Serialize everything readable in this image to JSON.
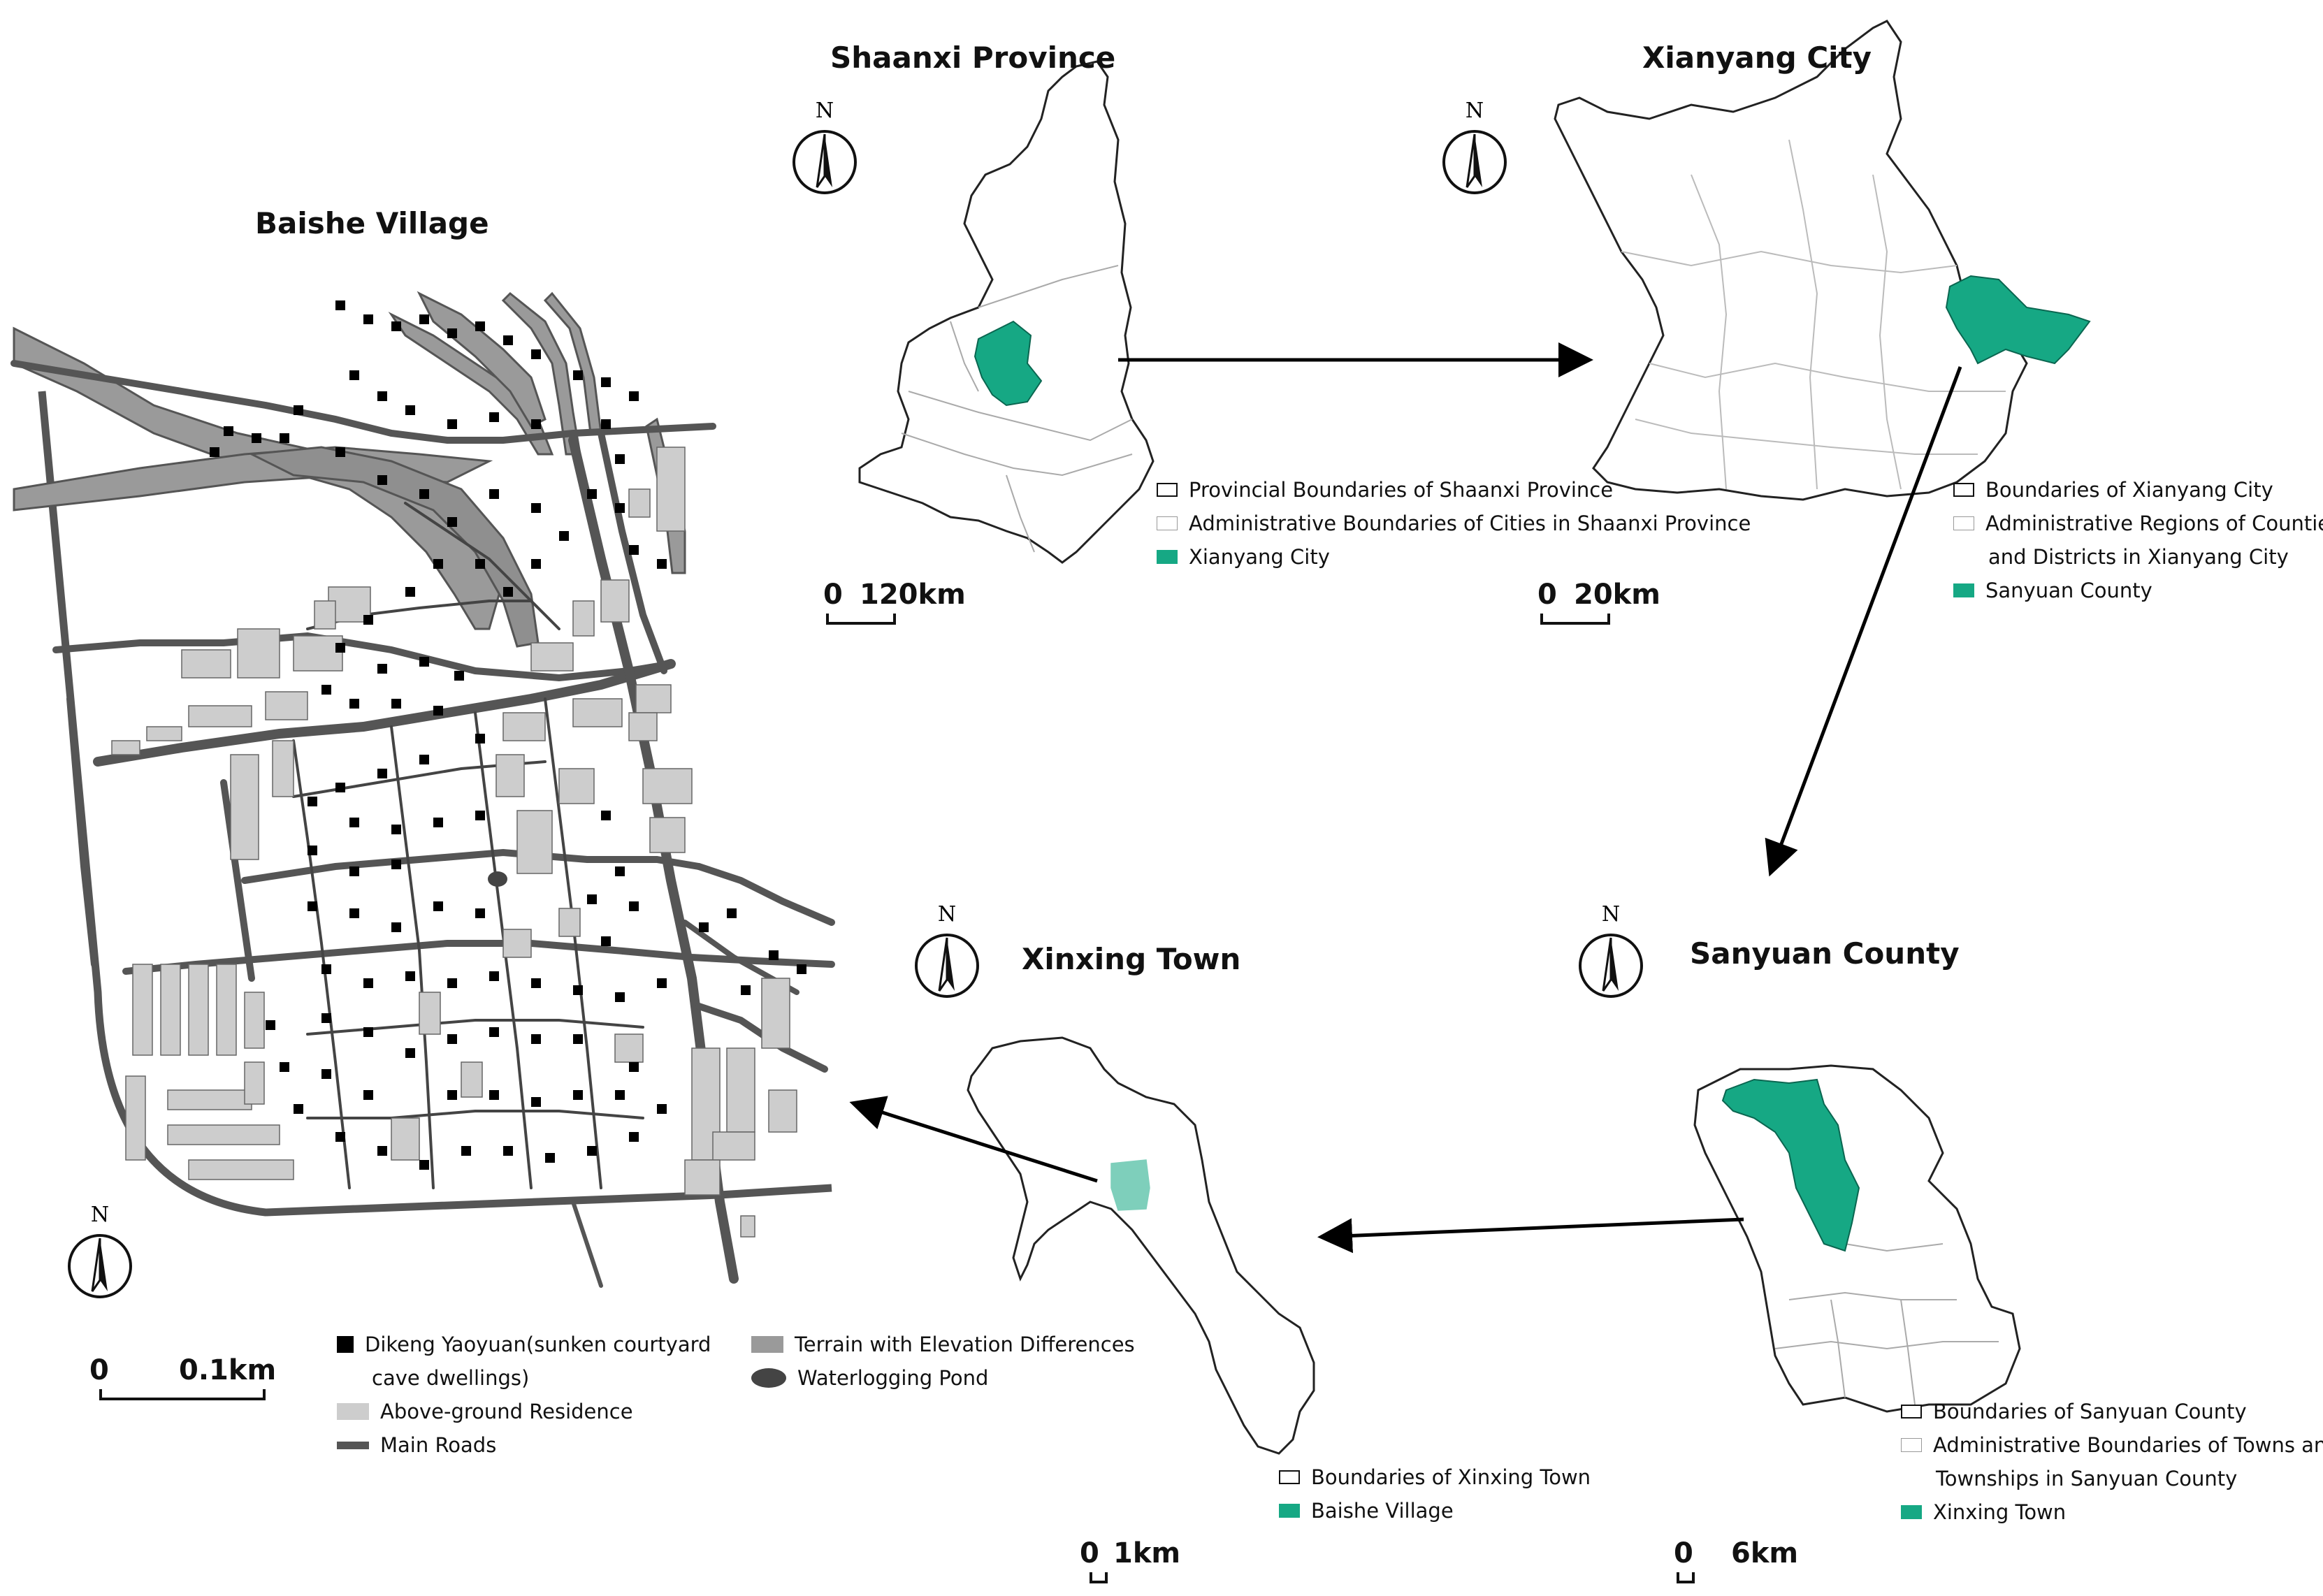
{
  "colors": {
    "highlight": "#16a884",
    "terrain": "#9a9a9a",
    "residence": "#cdcdcd",
    "roads": "#555555",
    "dwellings": "#000000",
    "pond": "#444444"
  },
  "north_label": "N",
  "panels": {
    "shaanxi": {
      "title": "Shaanxi Province",
      "scale": {
        "zero": "0",
        "label": "120km"
      },
      "legend": [
        "Provincial Boundaries of Shaanxi Province",
        "Administrative Boundaries of Cities in Shaanxi Province",
        "Xianyang City"
      ]
    },
    "xianyang": {
      "title": "Xianyang City",
      "scale": {
        "zero": "0",
        "label": "20km"
      },
      "legend": [
        "Boundaries of Xianyang City",
        "Administrative Regions of Counties",
        "and Districts in Xianyang City",
        "Sanyuan County"
      ]
    },
    "sanyuan": {
      "title": "Sanyuan County",
      "scale": {
        "zero": "0",
        "label": "6km"
      },
      "legend": [
        "Boundaries of Sanyuan County",
        "Administrative Boundaries of Towns and",
        "Townships in Sanyuan County",
        "Xinxing Town"
      ]
    },
    "xinxing": {
      "title": "Xinxing Town",
      "scale": {
        "zero": "0",
        "label": "1km"
      },
      "legend": [
        "Boundaries of Xinxing Town",
        "Baishe Village"
      ]
    },
    "baishe": {
      "title": "Baishe Village",
      "scale": {
        "zero": "0",
        "label": "0.1km"
      },
      "legend": [
        "Dikeng Yaoyuan(sunken courtyard",
        "cave dwellings)",
        "Above-ground Residence",
        "Main Roads",
        "Terrain with Elevation Differences",
        "Waterlogging Pond"
      ]
    }
  }
}
